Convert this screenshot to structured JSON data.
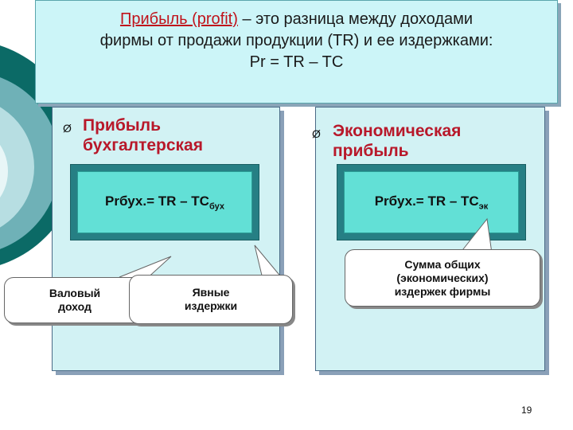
{
  "header": {
    "term": "Прибыль (profit)",
    "line1_rest": " – это разница между доходами",
    "line2": "фирмы от продажи продукции (TR) и ее издержками:",
    "line3": "Pr = TR – TC"
  },
  "left": {
    "bullet": "Ø",
    "heading_line1": "Прибыль",
    "heading_line2": "бухгалтерская",
    "formula_main": "Prбух.= TR – TC",
    "formula_sub": "бух"
  },
  "right": {
    "bullet": "Ø",
    "heading_line1": "Экономическая",
    "heading_line2": "прибыль",
    "formula_main": "Prбух.= TR – TC",
    "formula_sub": "эк"
  },
  "callouts": {
    "gross_income_line1": "Валовый",
    "gross_income_line2": "доход",
    "explicit_costs_line1": "Явные",
    "explicit_costs_line2": "издержки",
    "economic_costs_line1": "Сумма общих",
    "economic_costs_line2": "(экономических)",
    "economic_costs_line3": "издержек фирмы"
  },
  "page_number": "19",
  "colors": {
    "header_bg": "#ccf5f8",
    "accent_red": "#b8182a",
    "formula_outer": "#267f84",
    "formula_inner": "#62e0d6",
    "deco_teal": "#0b6a66"
  }
}
